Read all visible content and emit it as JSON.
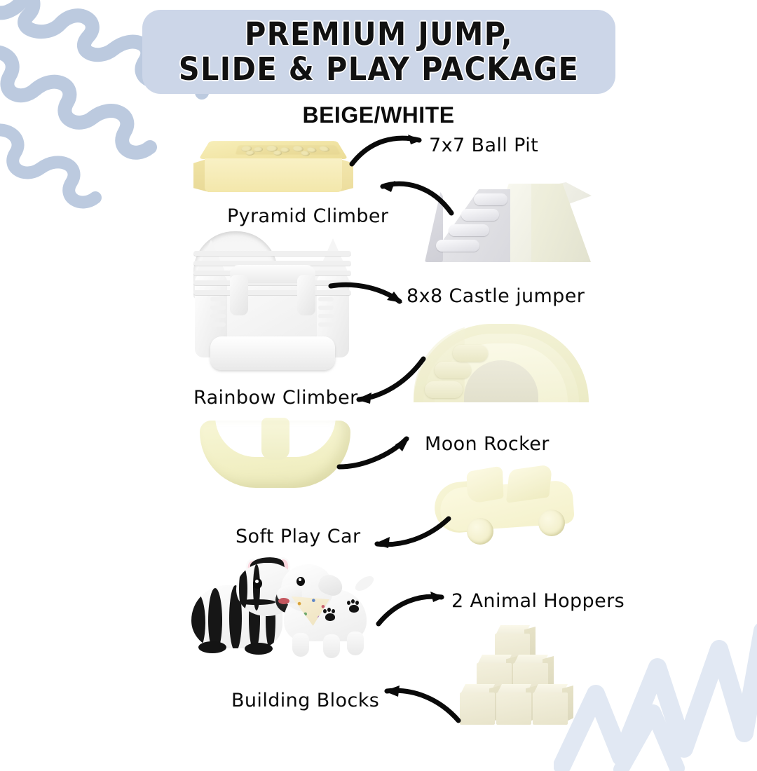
{
  "header": {
    "title_line1": "PREMIUM JUMP,",
    "title_line2": "SLIDE & PLAY PACKAGE",
    "subtitle": "BEIGE/WHITE",
    "banner_color": "#ccd6e8",
    "text_color": "#111111"
  },
  "decor": {
    "top_left_squiggle": "brush-squiggle-icon",
    "bottom_right_zigzag": "brush-zigzag-icon",
    "accent_color": "#b9c8de",
    "accent_color_light": "#d7e1ef"
  },
  "items": [
    {
      "label": "7x7 Ball Pit",
      "art": "ball-pit",
      "arrow": "curve-right",
      "color": "#f3e7ab"
    },
    {
      "label": "Pyramid Climber",
      "art": "pyramid-climber",
      "arrow": "curve-left",
      "color": "#eeeedb"
    },
    {
      "label": "8x8 Castle jumper",
      "art": "castle-jumper",
      "arrow": "curve-right",
      "color": "#fdfdfd"
    },
    {
      "label": "Rainbow Climber",
      "art": "rainbow-climber",
      "arrow": "curve-left",
      "color": "#f3f2d6"
    },
    {
      "label": "Moon Rocker",
      "art": "moon-rocker",
      "arrow": "curve-right",
      "color": "#f1efc3"
    },
    {
      "label": "Soft Play Car",
      "art": "soft-play-car",
      "arrow": "curve-left",
      "color": "#f4f1cb"
    },
    {
      "label": "2 Animal Hoppers",
      "art": "animal-hoppers",
      "arrow": "curve-right",
      "color": "#ffffff"
    },
    {
      "label": "Building Blocks",
      "art": "building-blocks",
      "arrow": "curve-left",
      "color": "#ebe7cf"
    }
  ]
}
